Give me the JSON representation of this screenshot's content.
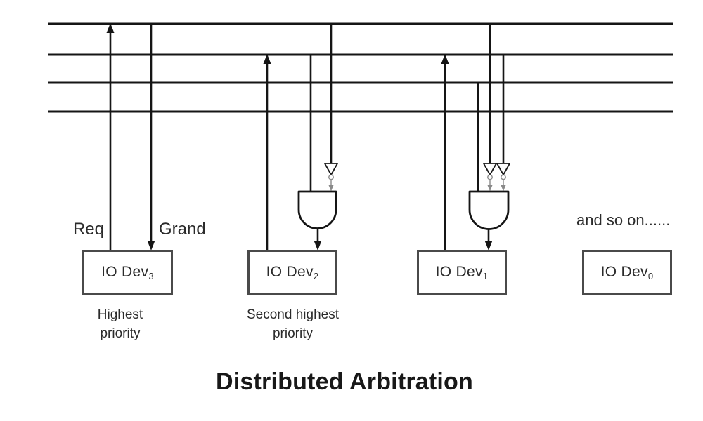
{
  "title": "Distributed Arbitration",
  "bus": {
    "line_count": 4
  },
  "labels": {
    "req": "Req",
    "grand": "Grand",
    "and_so_on": "and so on......"
  },
  "devices": [
    {
      "label_base": "IO Dev",
      "label_sub": "3"
    },
    {
      "label_base": "IO Dev",
      "label_sub": "2"
    },
    {
      "label_base": "IO Dev",
      "label_sub": "1"
    },
    {
      "label_base": "IO Dev",
      "label_sub": "0"
    }
  ],
  "captions": {
    "highest": "Highest priority",
    "second": "Second highest priority"
  },
  "colors": {
    "line": "#151515",
    "box_border": "#4a4a4a",
    "text": "#2b2b2b",
    "inverter_accent": "#8a8a8a",
    "background": "#ffffff"
  }
}
